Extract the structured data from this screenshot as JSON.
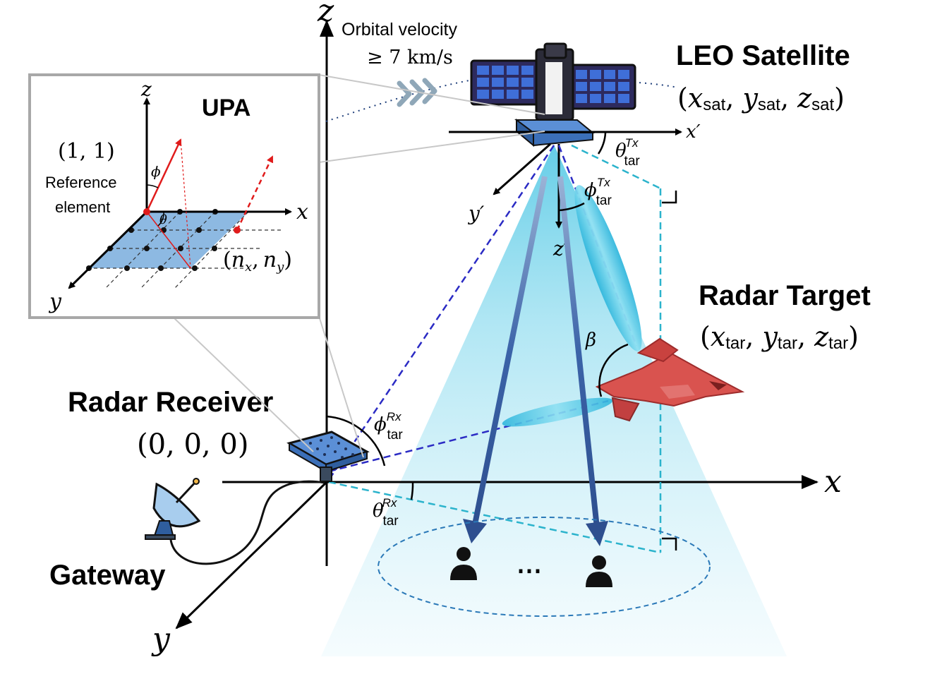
{
  "axes": {
    "z": "z",
    "x": "x",
    "y": "y",
    "x_prime": "x′",
    "y_prime": "y′",
    "z_prime": "z′"
  },
  "orbital": {
    "line1": "Orbital velocity",
    "line2": "≥ 7 km/s"
  },
  "satellite": {
    "title": "LEO Satellite",
    "coords_open": "(",
    "x": "x",
    "y": "y",
    "z": "z",
    "sub": "sat",
    "coords_close": ")"
  },
  "target": {
    "title": "Radar Target",
    "coords_open": "(",
    "x": "x",
    "y": "y",
    "z": "z",
    "sub": "tar",
    "coords_close": ")"
  },
  "receiver": {
    "title": "Radar Receiver",
    "coords": "(0, 0, 0)"
  },
  "gateway": {
    "title": "Gateway"
  },
  "angles": {
    "theta": "θ",
    "phi": "ϕ",
    "beta": "β",
    "sub": "tar",
    "tx": "Tx",
    "rx": "Rx"
  },
  "users": {
    "ellipsis": "⋯"
  },
  "upa": {
    "title": "UPA",
    "z": "z",
    "x": "x",
    "y": "y",
    "ref_coords": "(1, 1)",
    "ref_line1": "Reference",
    "ref_line2": "element",
    "phi": "ϕ",
    "theta": "θ",
    "n_coords_open": "(",
    "nx": "n",
    "nx_sub": "x",
    "ny": "n",
    "ny_sub": "y",
    "n_coords_close": ")",
    "comma": ","
  },
  "colors": {
    "dashed_blue": "#2b2bc4",
    "dashed_cyan": "#2bb3cc",
    "beam_light": "#cfeff9",
    "arrow_blue": "#3b63a8",
    "upa_panel": "#8db9e2",
    "aircraft": "#d9534f"
  }
}
